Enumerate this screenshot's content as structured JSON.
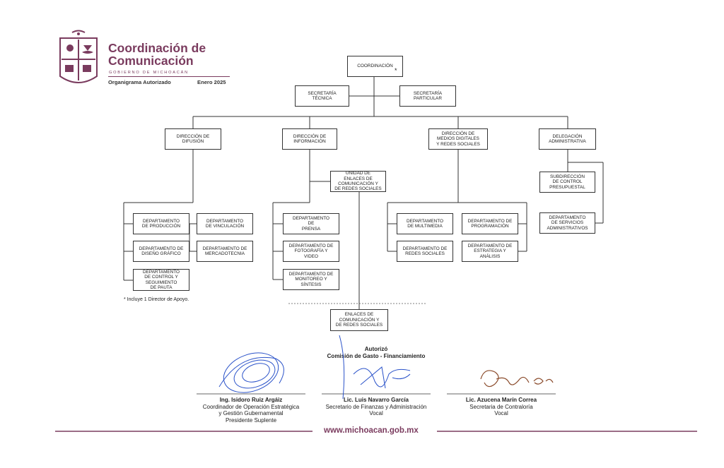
{
  "header": {
    "title_line1": "Coordinación de",
    "title_line2": "Comunicación",
    "government": "GOBIERNO DE MICHOACÁN",
    "subtitle": "Organigrama Autorizado",
    "date": "Enero 2025"
  },
  "colors": {
    "brand": "#7a3b5e",
    "ink": "#222222",
    "signature_blue": "#2a52c9",
    "signature_brown": "#8a4a2a"
  },
  "org": {
    "coordinacion": "COORDINACIÓN",
    "coordinacion_mark": "*",
    "secretaria_tecnica": "SECRETARÍA\nTÉCNICA",
    "secretaria_particular": "SECRETARÍA\nPARTICULAR",
    "direccion_difusion": "DIRECCIÓN DE\nDIFUSIÓN",
    "direccion_informacion": "DIRECCIÓN DE\nINFORMACIÓN",
    "direccion_medios": "DIRECCIÓN DE\nMEDIOS DIGITALES\nY REDES SOCIALES",
    "delegacion": "DELEGACIÓN\nADMINISTRATIVA",
    "unidad_enlaces": "UNIDAD DE\nENLACES DE\nCOMUNICACIÓN Y\nDE REDES SOCIALES",
    "subdireccion_control": "SUBDIRECCIÓN\nDE CONTROL\nPRESUPUESTAL",
    "depto_produccion": "DEPARTAMENTO\nDE PRODUCCIÓN",
    "depto_vinculacion": "DEPARTAMENTO\nDE VINCULACIÓN",
    "depto_diseno": "DEPARTAMENTO DE\nDISEÑO GRÁFICO",
    "depto_mercadotecnia": "DEPARTAMENTO DE\nMERCADOTECNIA",
    "depto_control": "DEPARTAMENTO\nDE CONTROL Y\nSEGUIMIENTO\nDE PAUTA",
    "depto_prensa": "DEPARTAMENTO\nDE\nPRENSA",
    "depto_fotografia": "DEPARTAMENTO DE\nFOTOGRAFÍA Y\nVIDEO",
    "depto_monitoreo": "DEPARTAMENTO DE\nMONITOREO Y\nSÍNTESIS",
    "depto_multimedia": "DEPARTAMENTO\nDE MULTIMEDIA",
    "depto_programacion": "DEPARTAMENTO DE\nPROGRAMACIÓN",
    "depto_redes": "DEPARTAMENTO DE\nREDES SOCIALES",
    "depto_estrategia": "DEPARTAMENTO DE\nESTRATEGIA Y\nANÁLISIS",
    "depto_servicios": "DEPARTAMENTO\nDE SERVICIOS\nADMINISTRATIVOS",
    "enlaces": "ENLACES DE\nCOMUNICACIÓN Y\nDE REDES SOCIALES"
  },
  "note": "* Incluye 1 Director de Apoyo.",
  "authorization": {
    "line1": "Autorizó",
    "line2": "Comisión de Gasto - Financiamiento"
  },
  "signatories": [
    {
      "name": "Ing. Isidoro Ruiz Argáiz",
      "role1": "Coordinador de Operación Estratégica",
      "role2": "y Gestión Gubernamental",
      "role3": "Presidente Suplente"
    },
    {
      "name": "Lic. Luis Navarro García",
      "role1": "Secretario de Finanzas y Administración",
      "role2": "Vocal"
    },
    {
      "name": "Lic. Azucena Marín Correa",
      "role1": "Secretaria de Contraloría",
      "role2": "Vocal"
    }
  ],
  "footer": {
    "url": "www.michoacan.gob.mx"
  }
}
